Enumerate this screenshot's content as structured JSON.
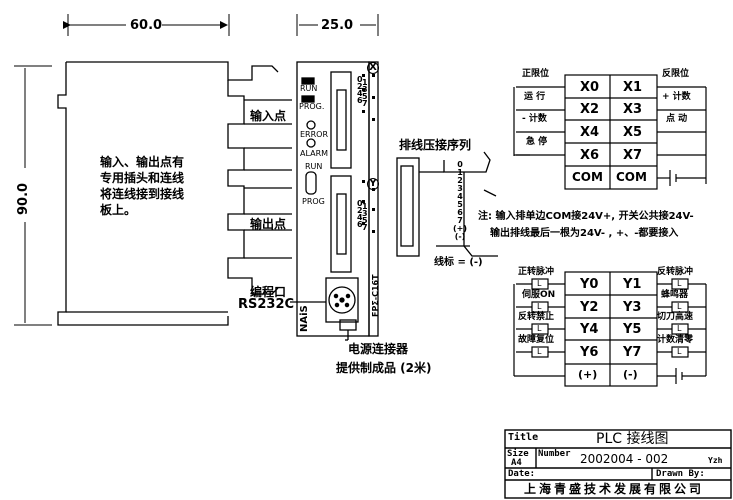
{
  "dimensions": {
    "width": "60.0",
    "depth": "25.0",
    "height": "90.0"
  },
  "left_module": {
    "input_label": "输入点",
    "output_label": "输出点",
    "note_lines": [
      "输入、输出点有",
      "专用插头和连线",
      "将连线接到接线",
      "板上。"
    ]
  },
  "plc_unit": {
    "led_labels": [
      "RUN",
      "PROG.",
      "ERROR",
      "ALARM"
    ],
    "switch_labels": [
      "RUN",
      "PROG"
    ],
    "input_digits": [
      "0",
      "1",
      "2",
      "3",
      "4",
      "5",
      "6",
      "7"
    ],
    "output_digits": [
      "0",
      "1",
      "2",
      "3",
      "4",
      "5",
      "6",
      "7"
    ],
    "x_symbol": "X",
    "y_symbol": "Y",
    "brand": "NAiS",
    "model": "FPΣ-C16T"
  },
  "ports": {
    "programming_port_line1": "编程口",
    "programming_port_line2": "RS232C",
    "power_connector": "电源连接器",
    "supplied_note": "提供制成品 (2米)"
  },
  "ribbon": {
    "title": "排线压接序列",
    "pins": [
      "0",
      "1",
      "2",
      "3",
      "4",
      "5",
      "6",
      "7",
      "(+)",
      "(-)"
    ],
    "color_note": "线标 = (-)"
  },
  "note": {
    "line1": "注: 输入排单边COM接24V+, 开关公共接24V-",
    "line2": "输出排线最后一根为24V- , +、-都要接入"
  },
  "input_table": {
    "cells": [
      [
        "X0",
        "X1"
      ],
      [
        "X2",
        "X3"
      ],
      [
        "X4",
        "X5"
      ],
      [
        "X6",
        "X7"
      ],
      [
        "COM",
        "COM"
      ]
    ],
    "left_labels": [
      "正限位",
      "运 行",
      "- 计数",
      "急 停"
    ],
    "right_labels": [
      "反限位",
      "+ 计数",
      "点 动"
    ]
  },
  "output_table": {
    "cells": [
      [
        "Y0",
        "Y1"
      ],
      [
        "Y2",
        "Y3"
      ],
      [
        "Y4",
        "Y5"
      ],
      [
        "Y6",
        "Y7"
      ],
      [
        "(+)",
        "(-)"
      ]
    ],
    "left_labels": [
      "正转脉冲",
      "伺服ON",
      "反转禁止",
      "故障复位"
    ],
    "right_labels": [
      "反转脉冲",
      "蜂鸣器",
      "切刀高速",
      "计数清零"
    ],
    "load_symbol": "L"
  },
  "title_block": {
    "title_label": "Title",
    "title_value": "PLC 接线图",
    "size_label": "Size",
    "size_value": "A4",
    "number_label": "Number",
    "number_value": "2002004 - 002",
    "rev_value": "Yzh",
    "date_label": "Date:",
    "drawn_label": "Drawn By:",
    "company": "上海青盛技术发展有限公司"
  }
}
